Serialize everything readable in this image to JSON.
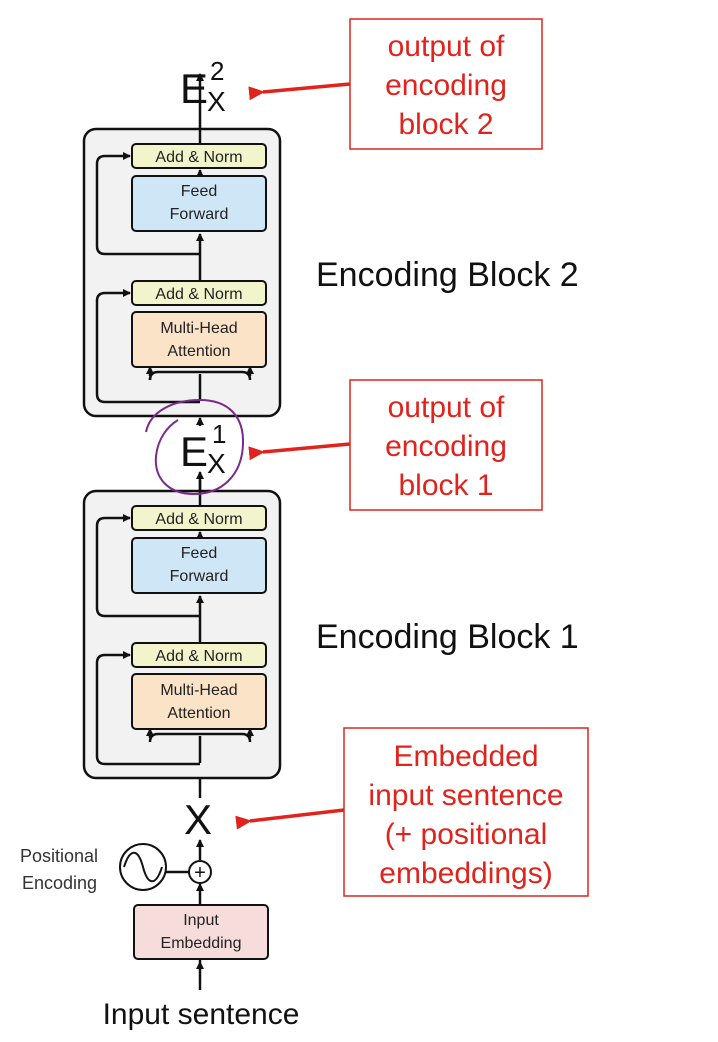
{
  "block2": {
    "add_norm_top": "Add & Norm",
    "feed_forward_line1": "Feed",
    "feed_forward_line2": "Forward",
    "add_norm_bottom": "Add & Norm",
    "attention_line1": "Multi-Head",
    "attention_line2": "Attention",
    "title": "Encoding Block 2"
  },
  "block1": {
    "add_norm_top": "Add & Norm",
    "feed_forward_line1": "Feed",
    "feed_forward_line2": "Forward",
    "add_norm_bottom": "Add & Norm",
    "attention_line1": "Multi-Head",
    "attention_line2": "Attention",
    "title": "Encoding Block 1"
  },
  "outputs": {
    "e2_base": "E",
    "e2_sub": "X",
    "e2_sup": "2",
    "e1_base": "E",
    "e1_sub": "X",
    "e1_sup": "1",
    "x": "X"
  },
  "annotations": {
    "block2_line1": "output of",
    "block2_line2": "encoding",
    "block2_line3": "block 2",
    "block1_line1": "output of",
    "block1_line2": "encoding",
    "block1_line3": "block 1",
    "embed_line1": "Embedded",
    "embed_line2": "input sentence",
    "embed_line3": "(+ positional",
    "embed_line4": "embeddings)"
  },
  "input": {
    "positional_line1": "Positional",
    "positional_line2": "Encoding",
    "plus_symbol": "+",
    "embedding_line1": "Input",
    "embedding_line2": "Embedding",
    "sentence": "Input sentence"
  },
  "colors": {
    "annotation_red": "#e0231c",
    "add_norm_fill": "#f2f5cc",
    "feed_forward_fill": "#cfe6f7",
    "attention_fill": "#fbe3c8",
    "embedding_fill": "#f7dcdc",
    "block_fill": "#f2f2f2",
    "circle_purple": "#7a2a8a"
  }
}
